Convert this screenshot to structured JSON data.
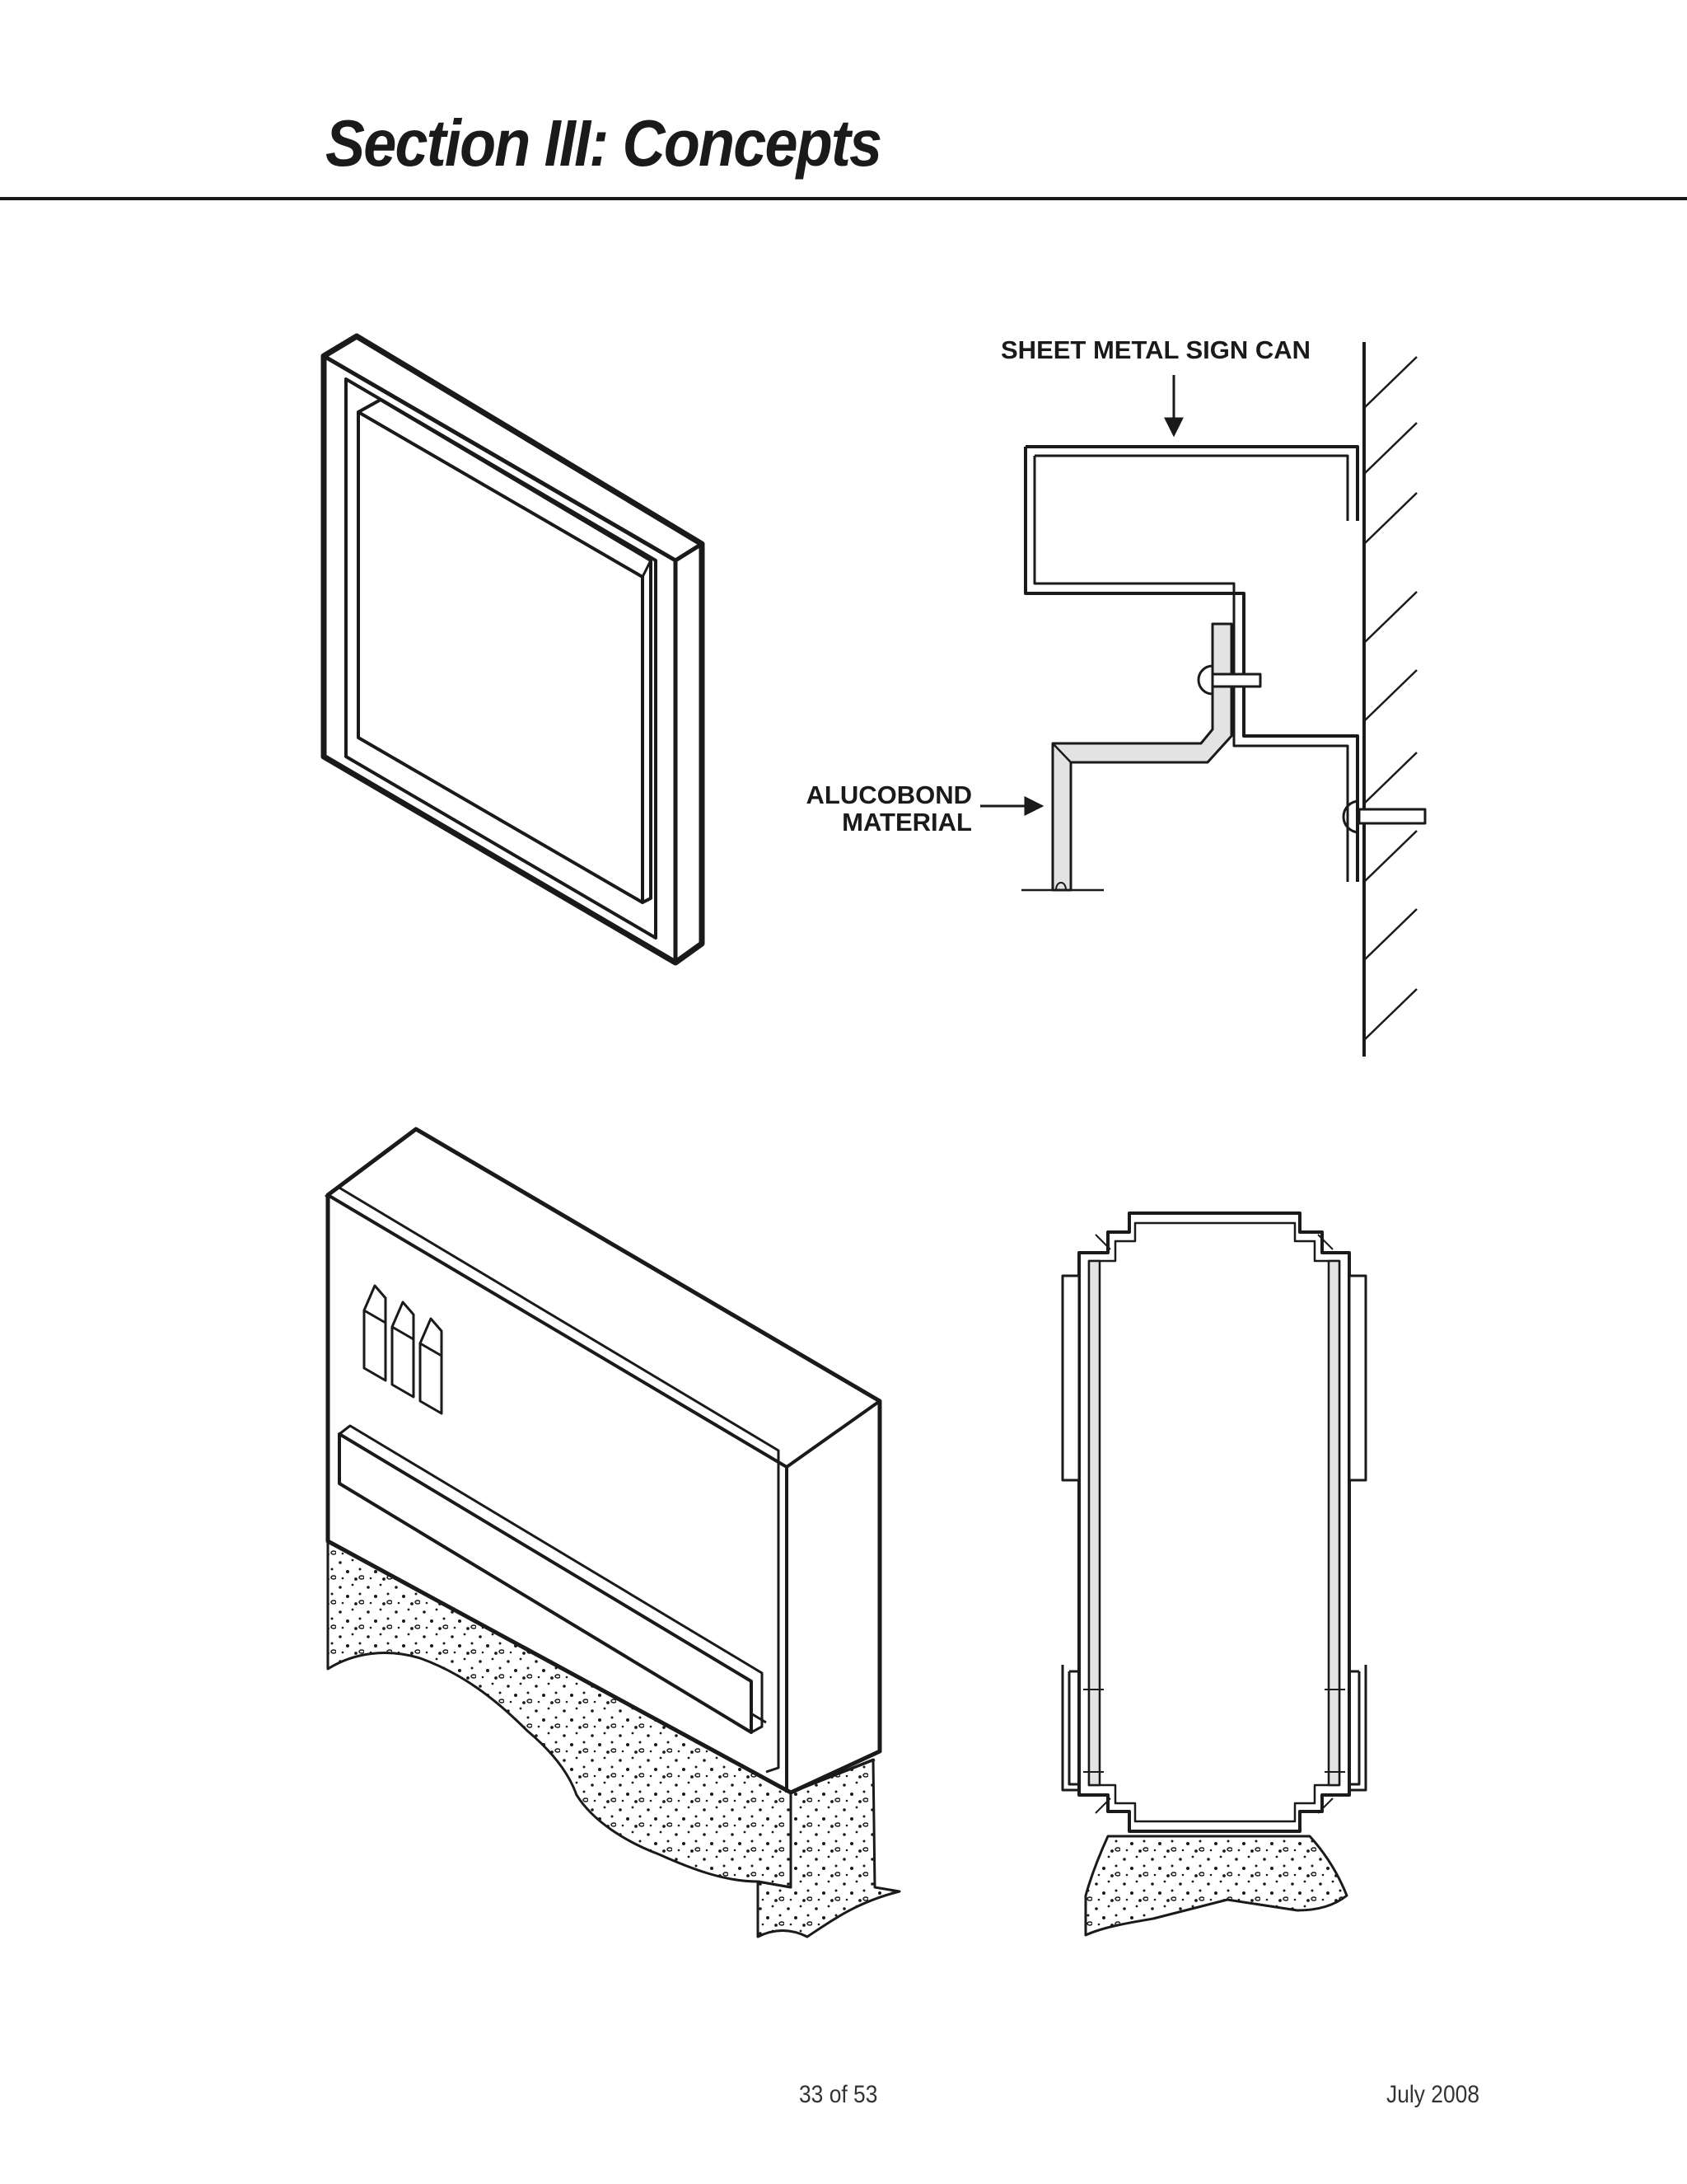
{
  "header": {
    "section_title": "Section III: Concepts"
  },
  "figures": {
    "cabinet_detail": {
      "label_sign_can": "SHEET METAL SIGN CAN",
      "label_alucobond_line1": "ALUCOBOND",
      "label_alucobond_line2": "MATERIAL"
    }
  },
  "footer": {
    "page_number": "33 of 53",
    "date": "July 2008"
  }
}
